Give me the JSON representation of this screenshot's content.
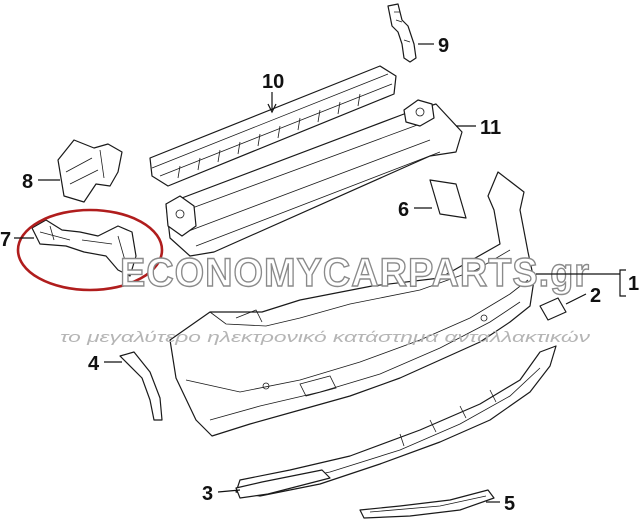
{
  "callouts": {
    "c1": "1",
    "c2": "2",
    "c3": "3",
    "c4": "4",
    "c5": "5",
    "c6": "6",
    "c7": "7",
    "c8": "8",
    "c9": "9",
    "c10": "10",
    "c11": "11"
  },
  "watermark": {
    "brand": "ECONOMYCARPARTS.gr",
    "tagline": "το μεγαλύτερο ηλεκτρονικό κατάστημα ανταλλακτικών"
  },
  "colors": {
    "highlight": "#b01d1d",
    "line": "#1a1a1a",
    "watermark": "#8a8a8a"
  }
}
